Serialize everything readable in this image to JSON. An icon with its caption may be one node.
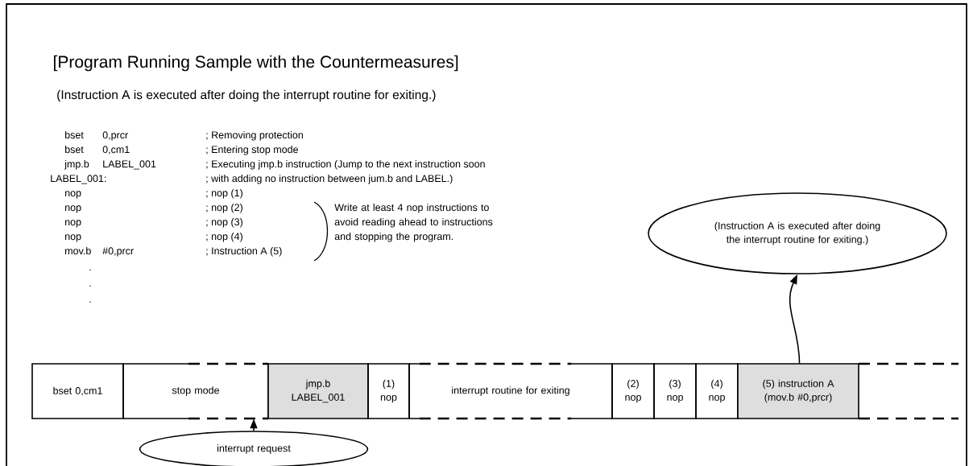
{
  "diagram": {
    "title": "[Program Running Sample with the Countermeasures]",
    "nodes": [
      {
        "text": [
          "bset 0,cm1"
        ]
      },
      {
        "text": [
          "stop mode"
        ]
      },
      {
        "text": [
          "jmp.b LABEL_001"
        ]
      },
      {
        "text": [
          "(1) nop"
        ]
      },
      {
        "text": [
          "interrupt routine for exiting"
        ]
      },
      {
        "text": [
          "(2) nop"
        ]
      },
      {
        "text": [
          "(3) nop"
        ]
      },
      {
        "text": [
          "(4) nop"
        ]
      },
      {
        "text": [
          "(5) instruction A (mov.b #0,prcr)"
        ]
      },
      {
        "text": [
          "(Instruction A is executed after doing the interrupt routine for exiting.)"
        ]
      },
      {
        "text": [
          "interrupt request"
        ]
      }
    ],
    "edges": [
      {
        "from": 10,
        "to": 1,
        "arrow": "to"
      },
      {
        "from": 8,
        "to": 9,
        "arrow": "to"
      }
    ],
    "labels": [
      "(Instruction A is executed after doing the interrupt routine for exiting.)",
      "bset",
      "0,prcr",
      "; Removing protection",
      "bset",
      "0,cm1",
      "; Entering stop mode",
      "jmp.b",
      "LABEL_001",
      "; Executing jmp.b instruction (Jump to the next instruction soon",
      "LABEL_001:",
      "; with adding no instruction between jum.b and LABEL.)",
      "nop",
      "; nop (1)",
      "nop",
      "; nop (2)",
      "nop",
      "; nop (3)",
      "nop",
      "; nop (4)",
      "mov.b",
      "#0,prcr",
      "; Instruction A (5)",
      ".",
      ".",
      ".",
      "Write at least 4 nop instructions to avoid reading ahead to instructions and stopping the program."
    ]
  }
}
